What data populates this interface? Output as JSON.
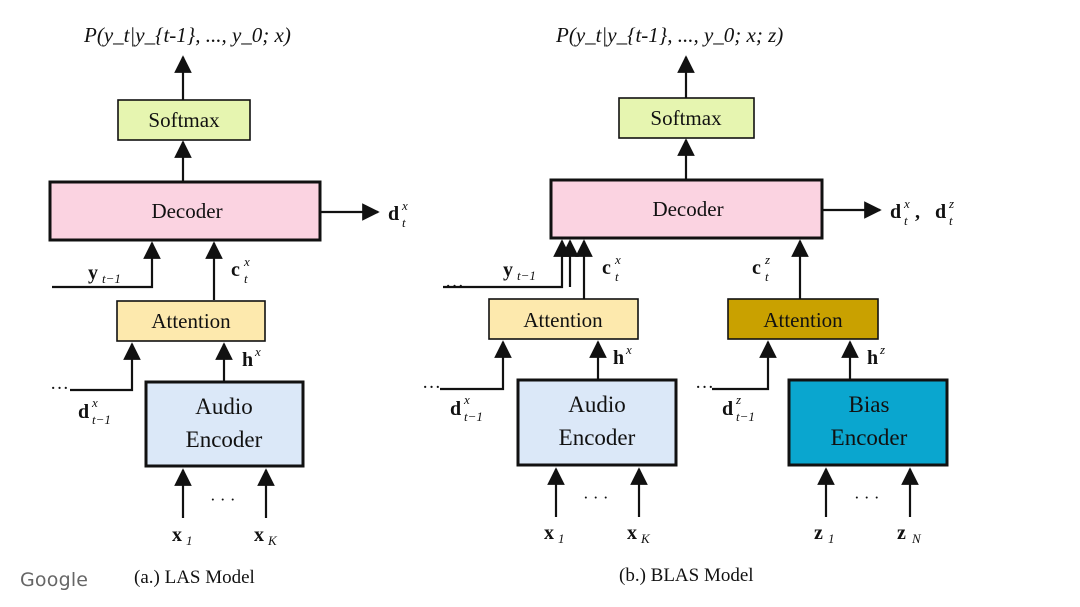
{
  "left_panel": {
    "output_prob_text": "P(y_t|y_{t-1}, ..., y_0; x)",
    "softmax_label": "Softmax",
    "decoder_label": "Decoder",
    "decoder_out_main": "d",
    "decoder_out_sup": "x",
    "decoder_out_sub": "t",
    "y_prev_main": "y",
    "y_prev_sub": "t−1",
    "context_main": "c",
    "context_sup": "x",
    "context_sub": "t",
    "attention_label": "Attention",
    "hidden_main": "h",
    "hidden_sup": "x",
    "d_prev_main": "d",
    "d_prev_sup": "x",
    "d_prev_sub": "t−1",
    "encoder_line1": "Audio",
    "encoder_line2": "Encoder",
    "input_first_main": "x",
    "input_first_sub": "1",
    "input_last_main": "x",
    "input_last_sub": "K",
    "ellipsis": "· · ·",
    "left_dots": "···",
    "caption": "(a.) LAS Model"
  },
  "right_panel": {
    "output_prob_text": "P(y_t|y_{t-1}, ..., y_0; x; z)",
    "softmax_label": "Softmax",
    "decoder_label": "Decoder",
    "decoder_out_a_main": "d",
    "decoder_out_a_sup": "x",
    "decoder_out_a_sub": "t",
    "decoder_out_b_main": "d",
    "decoder_out_b_sup": "z",
    "decoder_out_b_sub": "t",
    "decoder_out_sep": ",",
    "y_prev_main": "y",
    "y_prev_sub": "t−1",
    "context_x_main": "c",
    "context_x_sup": "x",
    "context_x_sub": "t",
    "context_z_main": "c",
    "context_z_sup": "z",
    "context_z_sub": "t",
    "attention_audio_label": "Attention",
    "attention_bias_label": "Attention",
    "hidden_x_main": "h",
    "hidden_x_sup": "x",
    "hidden_z_main": "h",
    "hidden_z_sup": "z",
    "d_prev_x_main": "d",
    "d_prev_x_sup": "x",
    "d_prev_x_sub": "t−1",
    "d_prev_z_main": "d",
    "d_prev_z_sup": "z",
    "d_prev_z_sub": "t−1",
    "audio_encoder_line1": "Audio",
    "audio_encoder_line2": "Encoder",
    "bias_encoder_line1": "Bias",
    "bias_encoder_line2": "Encoder",
    "x_first_main": "x",
    "x_first_sub": "1",
    "x_last_main": "x",
    "x_last_sub": "K",
    "z_first_main": "z",
    "z_first_sub": "1",
    "z_last_main": "z",
    "z_last_sub": "N",
    "ellipsis": "· · ·",
    "left_dots": "···",
    "caption": "(b.) BLAS Model"
  },
  "brand": "Google",
  "colors": {
    "softmax": "#e6f5b0",
    "decoder": "#fbd3e1",
    "attention_audio": "#fde9ad",
    "attention_bias": "#c9a100",
    "audio_encoder": "#dbe8f8",
    "bias_encoder": "#0aa6cf",
    "stroke": "#111111"
  }
}
